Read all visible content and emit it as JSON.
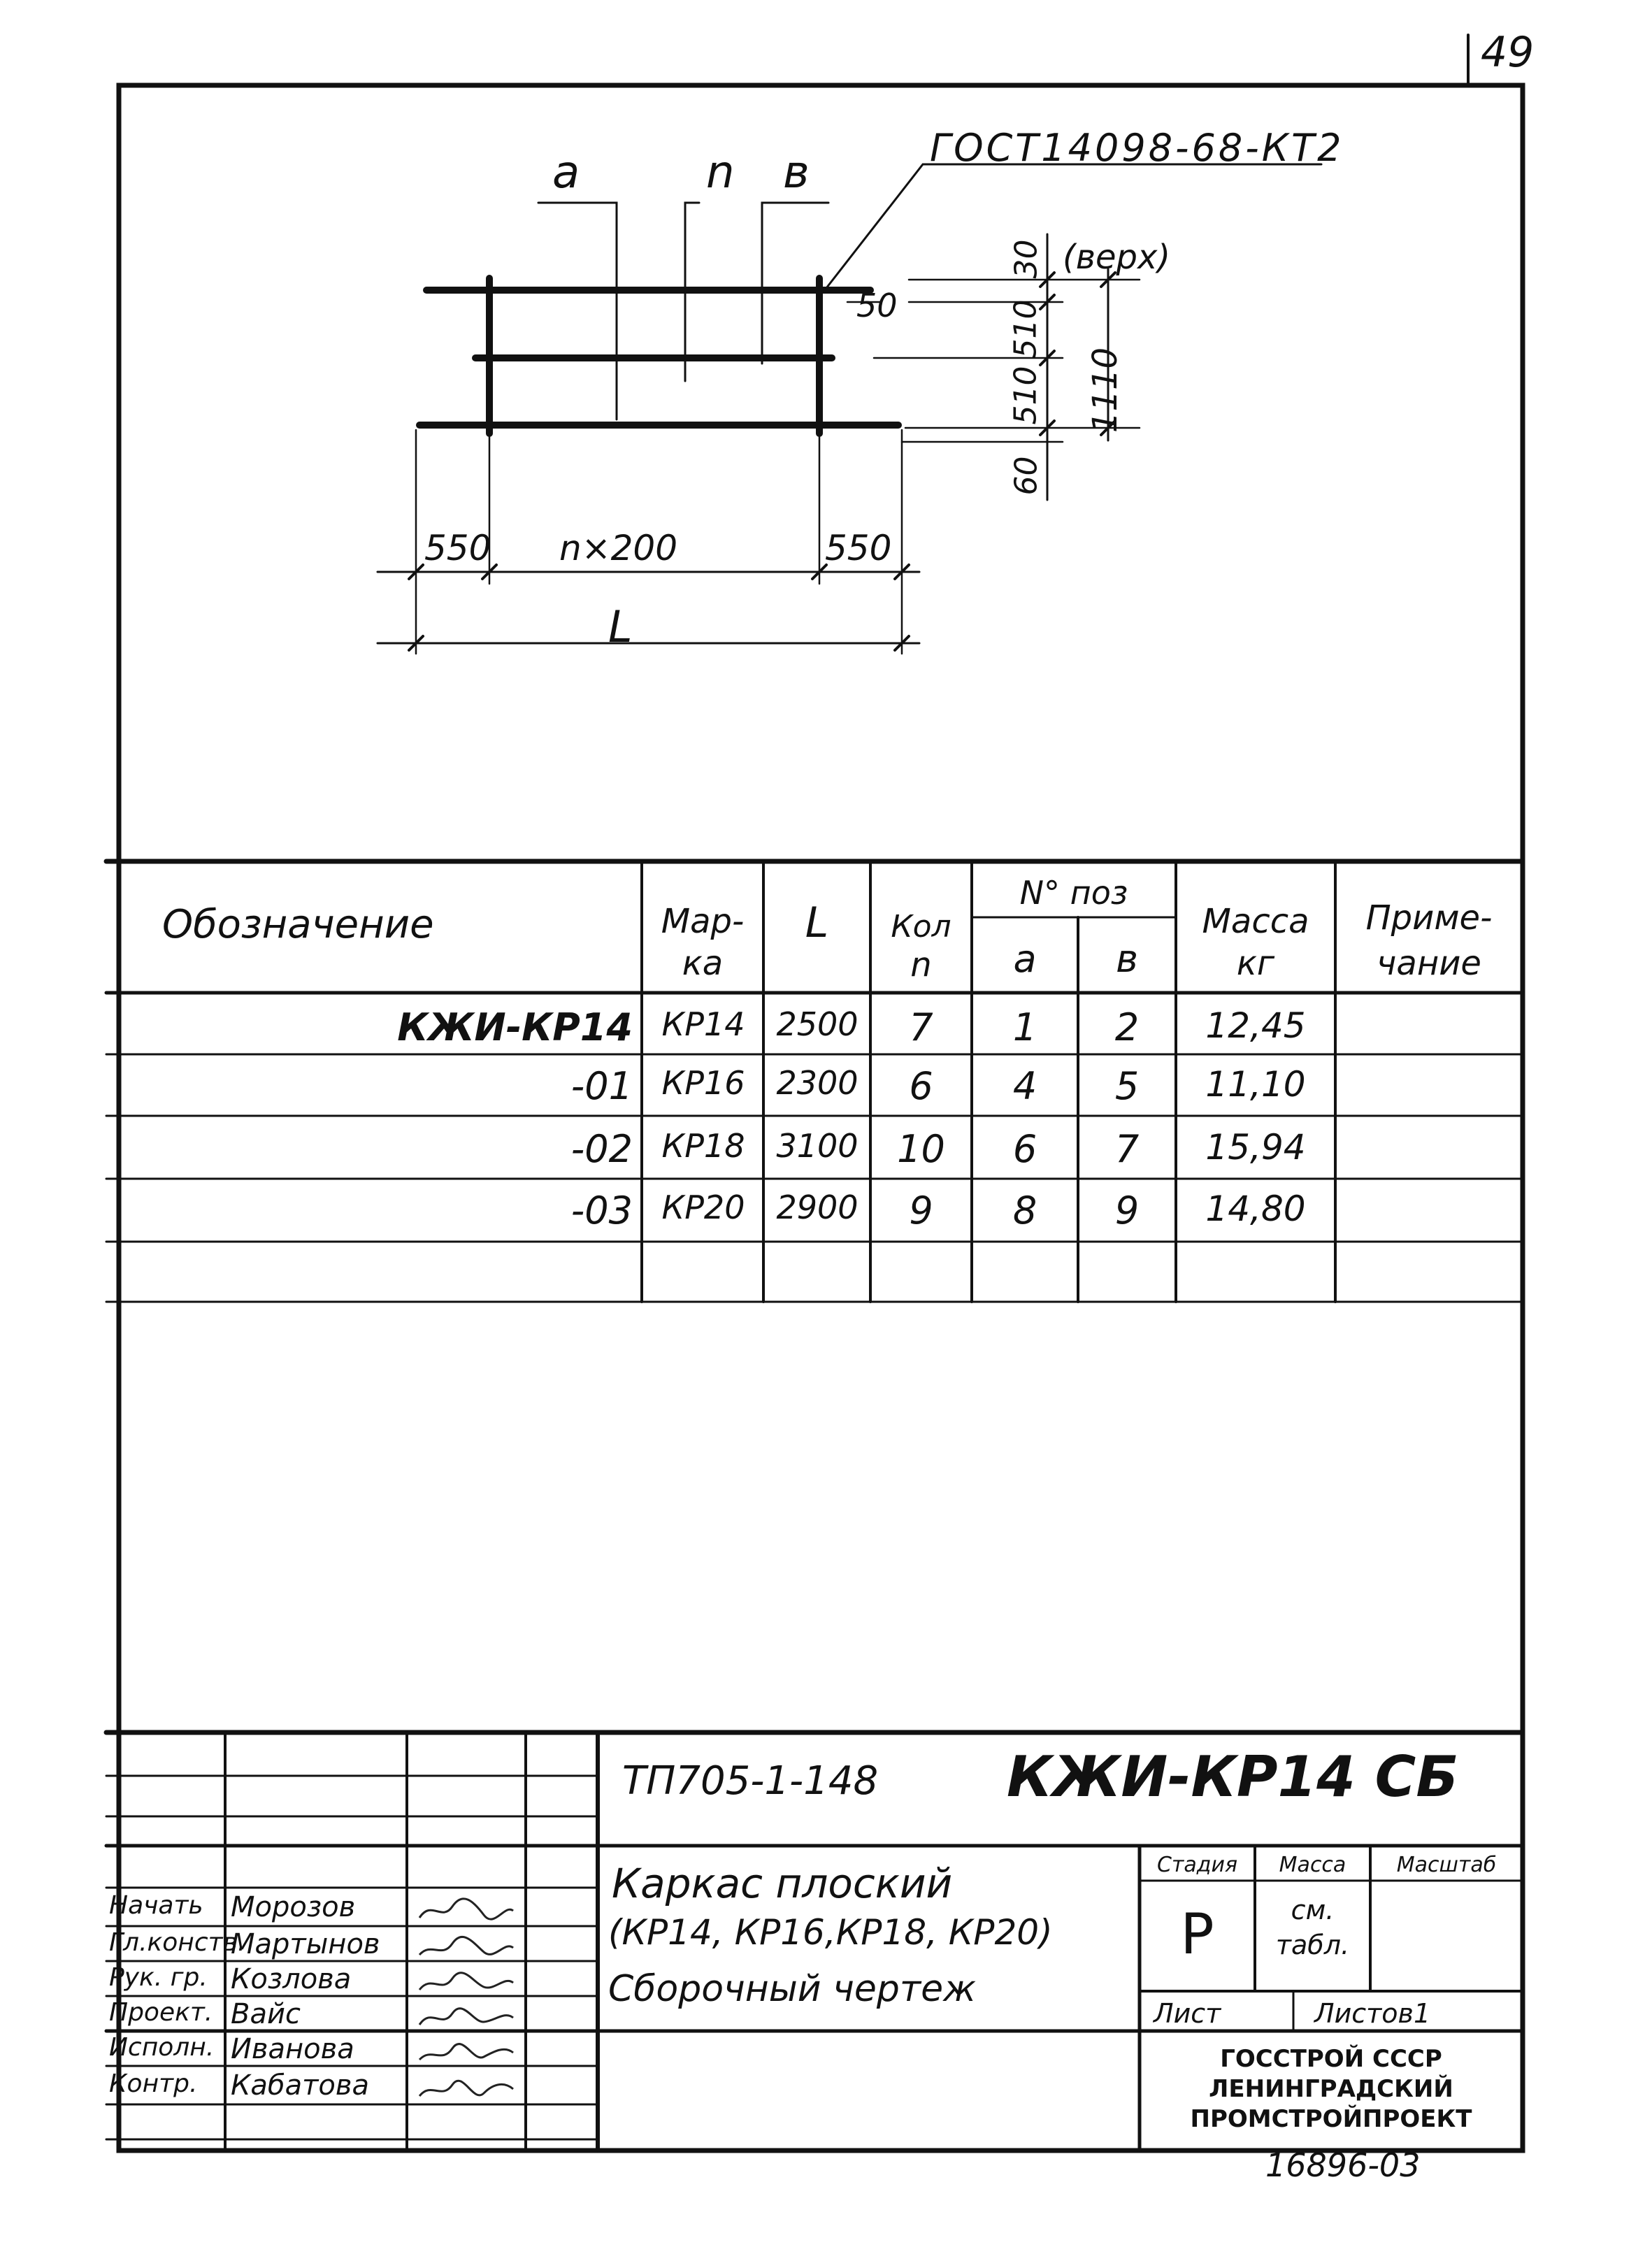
{
  "sheet_number": "49",
  "drawing": {
    "labels": {
      "a": "a",
      "n": "n",
      "v": "в",
      "gost": "ГОСТ14098-68-КТ2",
      "top_note": "(верх)",
      "dim_30": "30",
      "dim_50": "50",
      "dim_510a": "510",
      "dim_510b": "510",
      "dim_60": "60",
      "dim_1110": "1110",
      "dim_550_left": "550",
      "dim_nx200": "n×200",
      "dim_550_right": "550",
      "dim_L": "L"
    }
  },
  "spec_table": {
    "headers": {
      "designation": "Обозначение",
      "mark": "Мар-ка",
      "mark_l1": "Мар-",
      "mark_l2": "ка",
      "length": "L",
      "qty_l1": "Кол",
      "qty_l2": "n",
      "pos_group": "N° поз",
      "pos_a": "а",
      "pos_v": "в",
      "mass_l1": "Масса",
      "mass_l2": "кг",
      "note_l1": "Приме-",
      "note_l2": "чание"
    },
    "rows": [
      {
        "designation": "КЖИ-КР14",
        "mark": "КР14",
        "length": "2500",
        "qty": "7",
        "a": "1",
        "v": "2",
        "mass": "12,45",
        "note": ""
      },
      {
        "designation": "-01",
        "mark": "КР16",
        "length": "2300",
        "qty": "6",
        "a": "4",
        "v": "5",
        "mass": "11,10",
        "note": ""
      },
      {
        "designation": "-02",
        "mark": "КР18",
        "length": "3100",
        "qty": "10",
        "a": "6",
        "v": "7",
        "mass": "15,94",
        "note": ""
      },
      {
        "designation": "-03",
        "mark": "КР20",
        "length": "2900",
        "qty": "9",
        "a": "8",
        "v": "9",
        "mass": "14,80",
        "note": ""
      },
      {
        "designation": "",
        "mark": "",
        "length": "",
        "qty": "",
        "a": "",
        "v": "",
        "mass": "",
        "note": ""
      }
    ]
  },
  "title_block": {
    "project_code": "ТП705-1-148",
    "doc_code": "КЖИ-КР14 СБ",
    "title_l1": "Каркас плоский",
    "title_l2": "(КР14, КР16,КР18, КР20)",
    "title_l3": "Сборочный чертеж",
    "stage_header": "Стадия",
    "mass_header": "Масса",
    "scale_header": "Масштаб",
    "stage_value": "Р",
    "mass_value_l1": "см.",
    "mass_value_l2": "табл.",
    "sheet_label": "Лист",
    "sheets_label": "Листов1",
    "org_l1": "ГОССТРОЙ СССР",
    "org_l2": "ЛЕНИНГРАДСКИЙ",
    "org_l3": "ПРОМСТРОЙПРОЕКТ",
    "inventory": "16896-03",
    "signatures": [
      {
        "role": "Начать",
        "name": "Морозов",
        "sign": "signature"
      },
      {
        "role": "Гл.конств.",
        "name": "Мартынов",
        "sign": "signature"
      },
      {
        "role": "Рук. гр.",
        "name": "Козлова",
        "sign": "signature"
      },
      {
        "role": "Проект.",
        "name": "Вайс",
        "sign": "signature"
      },
      {
        "role": "Исполн.",
        "name": "Иванова",
        "sign": "signature"
      },
      {
        "role": "Контр.",
        "name": "Кабатова",
        "sign": "signature"
      }
    ]
  }
}
